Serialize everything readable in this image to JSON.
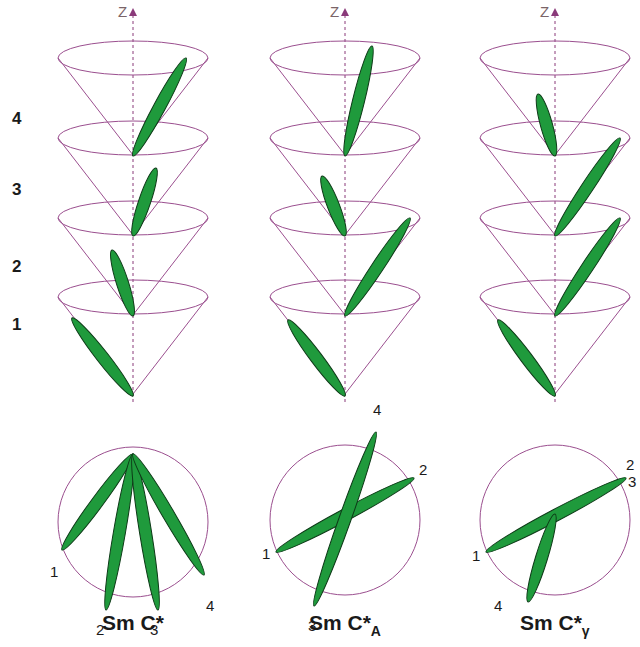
{
  "diagram": {
    "labels": [
      "Z",
      "Z",
      "Z",
      "4",
      "3",
      "2",
      "1",
      "1",
      "2",
      "3",
      "4",
      "4",
      "2",
      "1",
      "3",
      "2",
      "3",
      "1",
      "4",
      "Sm C*",
      "Sm C*",
      "A",
      "Sm C*",
      "γ"
    ]
  }
}
